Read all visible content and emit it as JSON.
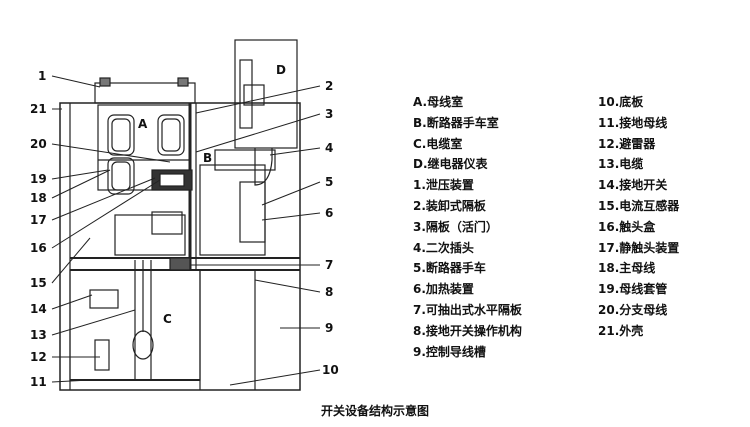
{
  "diagram": {
    "callout_numbers": [
      "1",
      "2",
      "3",
      "4",
      "5",
      "6",
      "7",
      "8",
      "9",
      "10",
      "11",
      "12",
      "13",
      "14",
      "15",
      "16",
      "17",
      "18",
      "19",
      "20",
      "21"
    ],
    "area_letters": [
      "A",
      "B",
      "C",
      "D"
    ]
  },
  "legend_left": [
    "A.母线室",
    "B.断路器手车室",
    "C.电缆室",
    "D.继电器仪表",
    "1.泄压装置",
    "2.装卸式隔板",
    "3.隔板（活门）",
    "4.二次插头",
    "5.断路器手车",
    "6.加热装置",
    "7.可抽出式水平隔板",
    "8.接地开关操作机构",
    "9.控制导线槽"
  ],
  "legend_right": [
    "10.底板",
    "11.接地母线",
    "12.避雷器",
    "13.电缆",
    "14.接地开关",
    "15.电流互感器",
    "16.触头盒",
    "17.静触头装置",
    "18.主母线",
    "19.母线套管",
    "20.分支母线",
    "21.外壳"
  ],
  "caption": "开关设备结构示意图"
}
